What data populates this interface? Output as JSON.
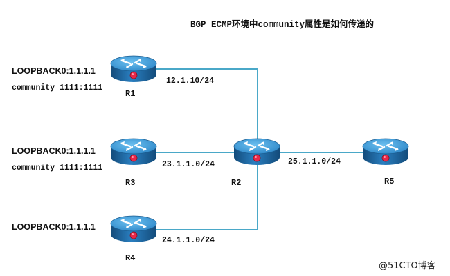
{
  "title": "BGP ECMP环境中community属性是如何传递的",
  "routers": {
    "r1": {
      "name": "R1",
      "loopback": "LOOPBACK0:1.1.1.1",
      "community": "community 1111:1111"
    },
    "r2": {
      "name": "R2"
    },
    "r3": {
      "name": "R3",
      "loopback": "LOOPBACK0:1.1.1.1",
      "community": "community 1111:1111"
    },
    "r4": {
      "name": "R4",
      "loopback": "LOOPBACK0:1.1.1.1"
    },
    "r5": {
      "name": "R5"
    }
  },
  "links": {
    "r1_r2": "12.1.10/24",
    "r3_r2": "23.1.1.0/24",
    "r4_r2": "24.1.1.0/24",
    "r2_r5": "25.1.1.0/24"
  },
  "watermark": "@51CTO博客",
  "colors": {
    "link": "#4aa8c8",
    "router_top": "#2e8fd0",
    "router_side": "#1a5f97",
    "led": "#e8284a"
  }
}
